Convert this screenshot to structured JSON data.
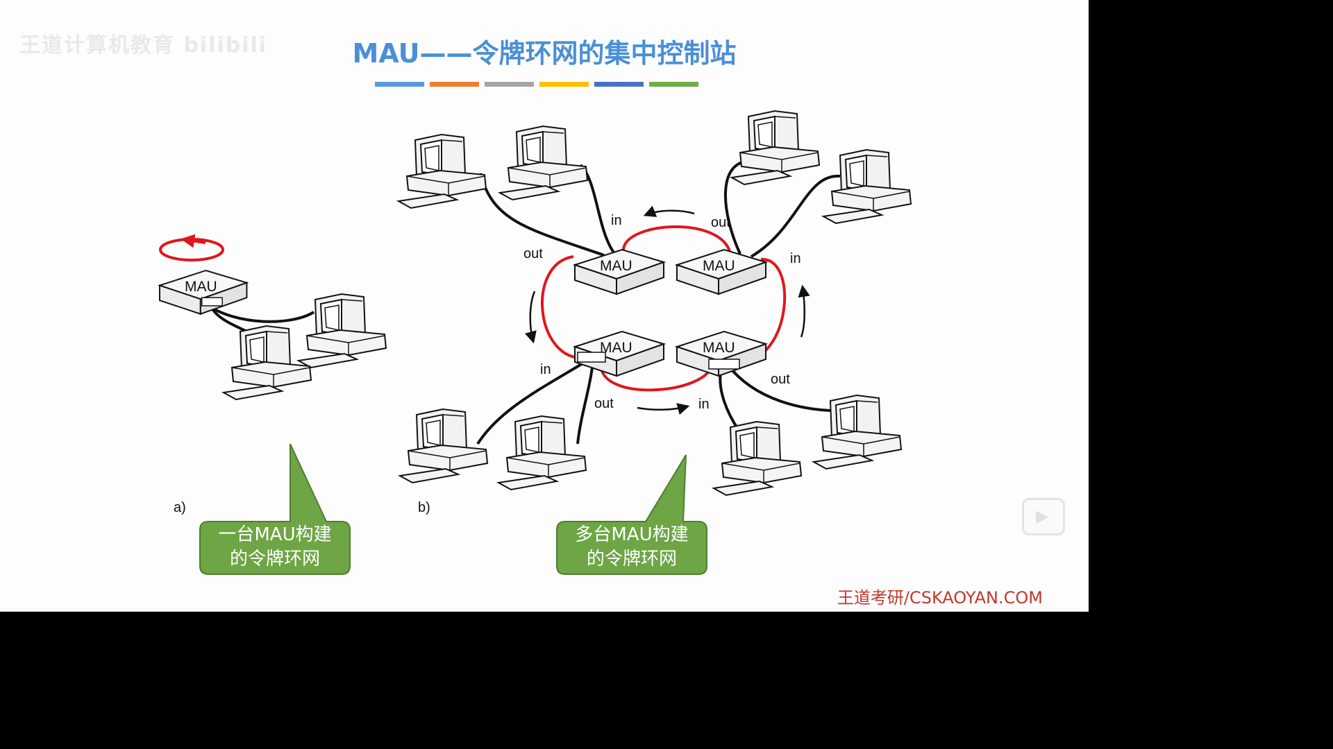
{
  "watermark": "王道计算机教育 bilibili",
  "title": "MAU——令牌环网的集中控制站",
  "color_bar": [
    "#5b9bd5",
    "#ed7d31",
    "#a5a5a5",
    "#ffc000",
    "#4472c4",
    "#70ad47"
  ],
  "diagram_a": {
    "label": "a)",
    "mau_label": "MAU"
  },
  "diagram_b": {
    "label": "b)",
    "mau_labels": [
      "MAU",
      "MAU",
      "MAU",
      "MAU"
    ],
    "port_labels": {
      "tl_out": "out",
      "tl_in": "in",
      "tr_out": "out",
      "tr_in": "in",
      "bl_in": "in",
      "bl_out": "out",
      "br_in": "in",
      "br_out": "out"
    }
  },
  "callouts": {
    "single": {
      "line1": "一台MAU构建",
      "line2": "的令牌环网"
    },
    "multi": {
      "line1": "多台MAU构建",
      "line2": "的令牌环网"
    }
  },
  "footer": "王道考研/CSKAOYAN.COM",
  "colors": {
    "ring": "#e0161b",
    "callout": "#6ea545",
    "title": "#4a8fd8",
    "footer": "#c0392b"
  }
}
